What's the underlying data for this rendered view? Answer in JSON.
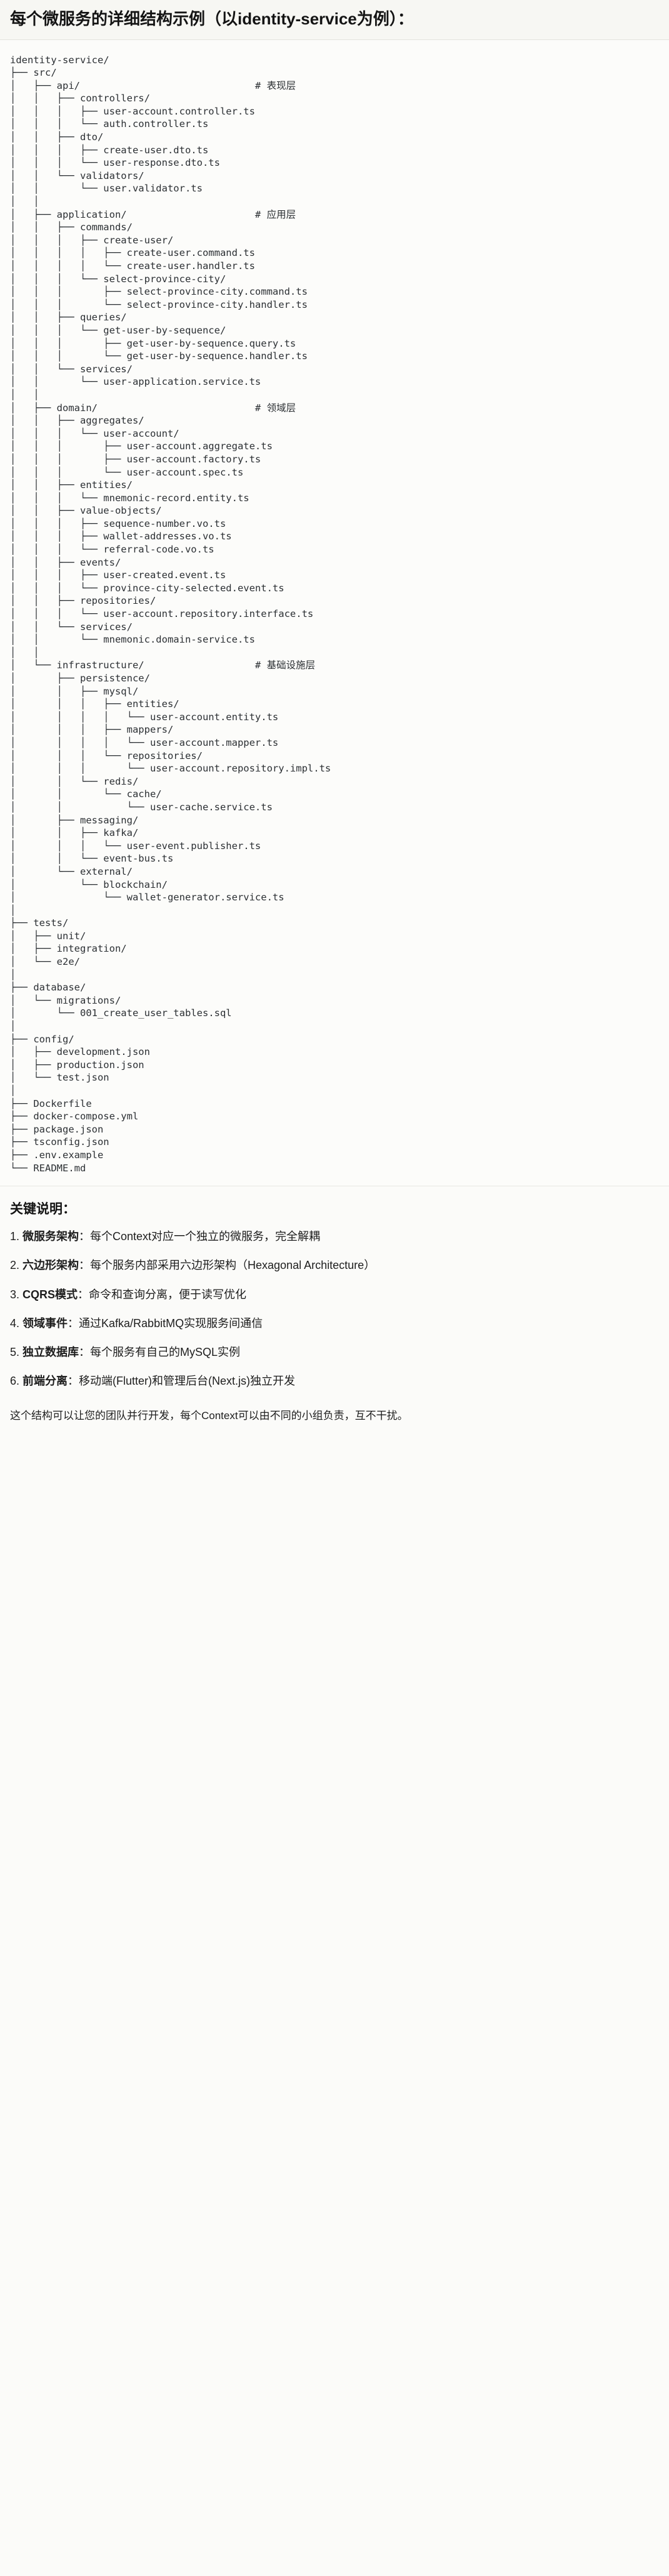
{
  "header": {
    "title": "每个微服务的详细结构示例（以identity-service为例）："
  },
  "tree": {
    "root_label": "identity-service/",
    "comments": {
      "api": "# 表现层",
      "application": "# 应用层",
      "domain": "# 领域层",
      "infrastructure": "# 基础设施层"
    },
    "text": "identity-service/\n├── src/\n│   ├── api/                              # 表现层\n│   │   ├── controllers/\n│   │   │   ├── user-account.controller.ts\n│   │   │   └── auth.controller.ts\n│   │   ├── dto/\n│   │   │   ├── create-user.dto.ts\n│   │   │   └── user-response.dto.ts\n│   │   └── validators/\n│   │       └── user.validator.ts\n│   │\n│   ├── application/                      # 应用层\n│   │   ├── commands/\n│   │   │   ├── create-user/\n│   │   │   │   ├── create-user.command.ts\n│   │   │   │   └── create-user.handler.ts\n│   │   │   └── select-province-city/\n│   │   │       ├── select-province-city.command.ts\n│   │   │       └── select-province-city.handler.ts\n│   │   ├── queries/\n│   │   │   └── get-user-by-sequence/\n│   │   │       ├── get-user-by-sequence.query.ts\n│   │   │       └── get-user-by-sequence.handler.ts\n│   │   └── services/\n│   │       └── user-application.service.ts\n│   │\n│   ├── domain/                           # 领域层\n│   │   ├── aggregates/\n│   │   │   └── user-account/\n│   │   │       ├── user-account.aggregate.ts\n│   │   │       ├── user-account.factory.ts\n│   │   │       └── user-account.spec.ts\n│   │   ├── entities/\n│   │   │   └── mnemonic-record.entity.ts\n│   │   ├── value-objects/\n│   │   │   ├── sequence-number.vo.ts\n│   │   │   ├── wallet-addresses.vo.ts\n│   │   │   └── referral-code.vo.ts\n│   │   ├── events/\n│   │   │   ├── user-created.event.ts\n│   │   │   └── province-city-selected.event.ts\n│   │   ├── repositories/\n│   │   │   └── user-account.repository.interface.ts\n│   │   └── services/\n│   │       └── mnemonic.domain-service.ts\n│   │\n│   └── infrastructure/                   # 基础设施层\n│       ├── persistence/\n│       │   ├── mysql/\n│       │   │   ├── entities/\n│       │   │   │   └── user-account.entity.ts\n│       │   │   ├── mappers/\n│       │   │   │   └── user-account.mapper.ts\n│       │   │   └── repositories/\n│       │   │       └── user-account.repository.impl.ts\n│       │   └── redis/\n│       │       └── cache/\n│       │           └── user-cache.service.ts\n│       ├── messaging/\n│       │   ├── kafka/\n│       │   │   └── user-event.publisher.ts\n│       │   └── event-bus.ts\n│       └── external/\n│           └── blockchain/\n│               └── wallet-generator.service.ts\n│\n├── tests/\n│   ├── unit/\n│   ├── integration/\n│   └── e2e/\n│\n├── database/\n│   └── migrations/\n│       └── 001_create_user_tables.sql\n│\n├── config/\n│   ├── development.json\n│   ├── production.json\n│   └── test.json\n│\n├── Dockerfile\n├── docker-compose.yml\n├── package.json\n├── tsconfig.json\n├── .env.example\n└── README.md"
  },
  "notes": {
    "title": "关键说明：",
    "items": [
      {
        "num": "1. ",
        "term": "微服务架构",
        "sep": "：",
        "desc": "每个Context对应一个独立的微服务，完全解耦"
      },
      {
        "num": "2. ",
        "term": "六边形架构",
        "sep": "：",
        "desc": "每个服务内部采用六边形架构（Hexagonal Architecture）"
      },
      {
        "num": "3. ",
        "term": "CQRS模式",
        "sep": "：",
        "desc": "命令和查询分离，便于读写优化"
      },
      {
        "num": "4. ",
        "term": "领域事件",
        "sep": "：",
        "desc": "通过Kafka/RabbitMQ实现服务间通信"
      },
      {
        "num": "5. ",
        "term": "独立数据库",
        "sep": "：",
        "desc": "每个服务有自己的MySQL实例"
      },
      {
        "num": "6. ",
        "term": "前端分离",
        "sep": "：",
        "desc": "移动端(Flutter)和管理后台(Next.js)独立开发"
      }
    ],
    "closing": "这个结构可以让您的团队并行开发，每个Context可以由不同的小组负责，互不干扰。"
  },
  "colors": {
    "page_bg": "#fbfbf9",
    "header_bg": "#f7f7f3",
    "code_bg": "#fcfcfa",
    "text": "#1b1b1b",
    "code_text": "#2b2f33",
    "divider": "#e3e3dd"
  }
}
